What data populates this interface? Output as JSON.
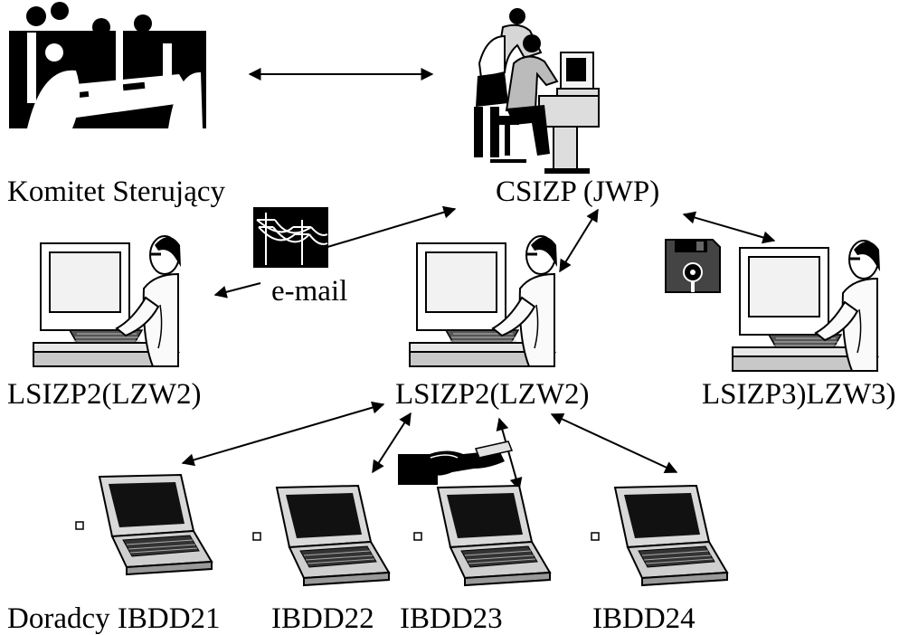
{
  "nodes": {
    "committee": "Komitet Sterujący",
    "central": "CSIZP (JWP)",
    "local_left": "LSIZP2(LZW2)",
    "local_center": "LSIZP2(LZW2)",
    "local_right": "LSIZP3)LZW3)",
    "laptop_1": "Doradcy IBDD21",
    "laptop_2": "IBDD22",
    "laptop_3": "IBDD23",
    "laptop_4": "IBDD24"
  },
  "channels": {
    "email": "e-mail"
  },
  "icons": {
    "meeting": "meeting-group-icon",
    "operator": "computer-operator-icon",
    "desktop": "desktop-user-icon",
    "laptop": "laptop-icon",
    "network": "power-lines-icon",
    "floppy": "floppy-disk-icon",
    "card": "card-handover-icon"
  },
  "colors": {
    "ink": "#000000",
    "paper": "#ffffff",
    "screen": "#f2f2f2",
    "shirt": "#fafafa",
    "desk": "#d6d6d6",
    "floppy": "#444444",
    "laptop_body": "#d9d9d9"
  }
}
